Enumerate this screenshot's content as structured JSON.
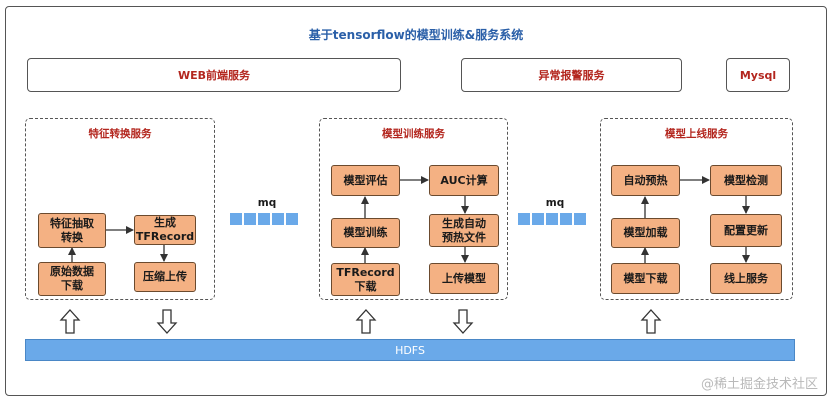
{
  "title": "基于tensorflow的模型训练&服务系统",
  "services": {
    "web": "WEB前端服务",
    "alarm": "异常报警服务",
    "mysql": "Mysql"
  },
  "groups": {
    "feature": {
      "title": "特征转换服务",
      "extract": "特征抽取\n转换",
      "generate": "生成\nTFRecord",
      "raw": "原始数据\n下载",
      "compress": "压缩上传"
    },
    "training": {
      "title": "模型训练服务",
      "evaluate": "模型评估",
      "auc": "AUC计算",
      "train": "模型训练",
      "gen_warmup": "生成自动\n预热文件",
      "tfr_download": "TFRecord\n下载",
      "upload": "上传模型"
    },
    "online": {
      "title": "模型上线服务",
      "warmup": "自动预热",
      "check": "模型检测",
      "load": "模型加载",
      "update": "配置更新",
      "download": "模型下载",
      "serve": "线上服务"
    }
  },
  "mq": {
    "left": "mq",
    "right": "mq"
  },
  "storage": {
    "hdfs": "HDFS"
  },
  "watermark": "@稀土掘金技术社区"
}
